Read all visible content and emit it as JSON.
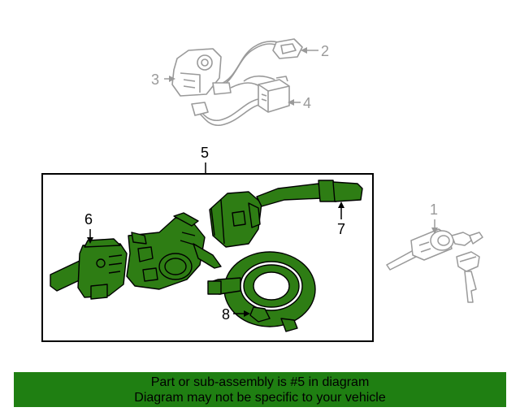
{
  "callouts": {
    "c1": "1",
    "c2": "2",
    "c3": "3",
    "c4": "4",
    "c5": "5",
    "c6": "6",
    "c7": "7",
    "c8": "8"
  },
  "banner": {
    "line1": "Part or sub-assembly is #5 in diagram",
    "line2": "Diagram may not be specific to your vehicle"
  },
  "colors": {
    "highlight_green": "#2e7d14",
    "banner_green": "#1f7f12",
    "faded_line": "#9a9a9a"
  }
}
